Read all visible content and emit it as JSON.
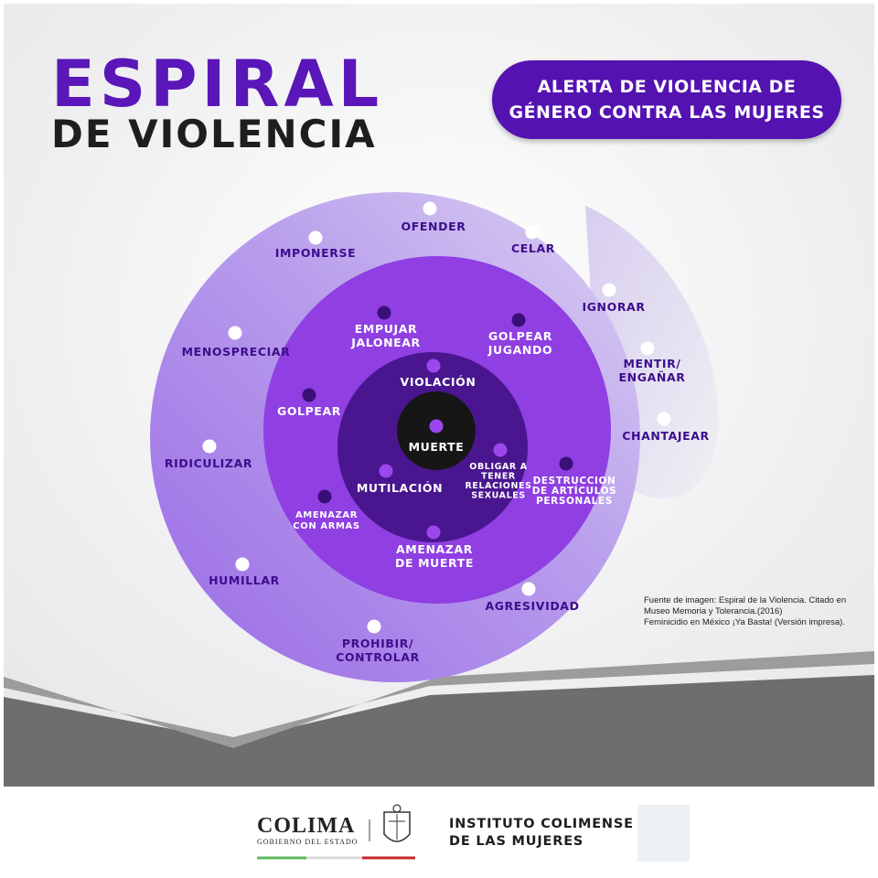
{
  "header": {
    "title_line1": "ESPIRAL",
    "title_line2": "DE VIOLENCIA"
  },
  "alert": {
    "line1": "ALERTA DE VIOLENCIA DE",
    "line2": "GÉNERO CONTRA LAS MUJERES"
  },
  "diagram": {
    "center_label": "MUERTE",
    "rings": [
      {
        "name": "outer",
        "items": [
          {
            "label": [
              "OFENDER"
            ]
          },
          {
            "label": [
              "CELAR"
            ]
          },
          {
            "label": [
              "IGNORAR"
            ]
          },
          {
            "label": [
              "MENTIR/",
              "ENGAÑAR"
            ]
          },
          {
            "label": [
              "CHANTAJEAR"
            ]
          },
          {
            "label": [
              "AGRESIVIDAD"
            ]
          },
          {
            "label": [
              "PROHIBIR/",
              "CONTROLAR"
            ]
          },
          {
            "label": [
              "HUMILLAR"
            ]
          },
          {
            "label": [
              "RIDICULIZAR"
            ]
          },
          {
            "label": [
              "MENOSPRECIAR"
            ]
          },
          {
            "label": [
              "IMPONERSE"
            ]
          }
        ]
      },
      {
        "name": "middle",
        "items": [
          {
            "label": [
              "EMPUJAR",
              "JALONEAR"
            ]
          },
          {
            "label": [
              "GOLPEAR",
              "JUGANDO"
            ]
          },
          {
            "label": [
              "DESTRUCCION",
              "DE ARTÍCULOS",
              "PERSONALES"
            ]
          },
          {
            "label": [
              "AMENAZAR",
              "CON ARMAS"
            ]
          },
          {
            "label": [
              "GOLPEAR"
            ]
          }
        ]
      },
      {
        "name": "inner",
        "items": [
          {
            "label": [
              "VIOLACIÓN"
            ]
          },
          {
            "label": [
              "OBLIGAR A",
              "TENER",
              "RELACIONES",
              "SEXUALES"
            ]
          },
          {
            "label": [
              "AMENAZAR",
              "DE MUERTE"
            ]
          },
          {
            "label": [
              "MUTILACIÓN"
            ]
          }
        ]
      }
    ]
  },
  "source_note": {
    "line1": "Fuente de imagen: Espiral de la Violencia. Citado en",
    "line2": "Museo Memoria y Tolerancia.(2016)",
    "line3": "Feminicidio en México ¡Ya Basta! (Versión impresa)."
  },
  "footer": {
    "brand": "COLIMA",
    "brand_sub": "GOBIERNO DEL ESTADO",
    "institute_line1": "INSTITUTO COLIMENSE",
    "institute_line2": "DE LAS MUJERES"
  },
  "colors": {
    "title_purple": "#5a16b8",
    "pill_purple": "#5412b0",
    "outer_ring": "#a98be6",
    "middle_ring": "#8f3fe2",
    "inner_ring": "#4a168f",
    "center": "#161616",
    "label_dark": "#3d0d8c",
    "label_light": "#ffffff"
  }
}
